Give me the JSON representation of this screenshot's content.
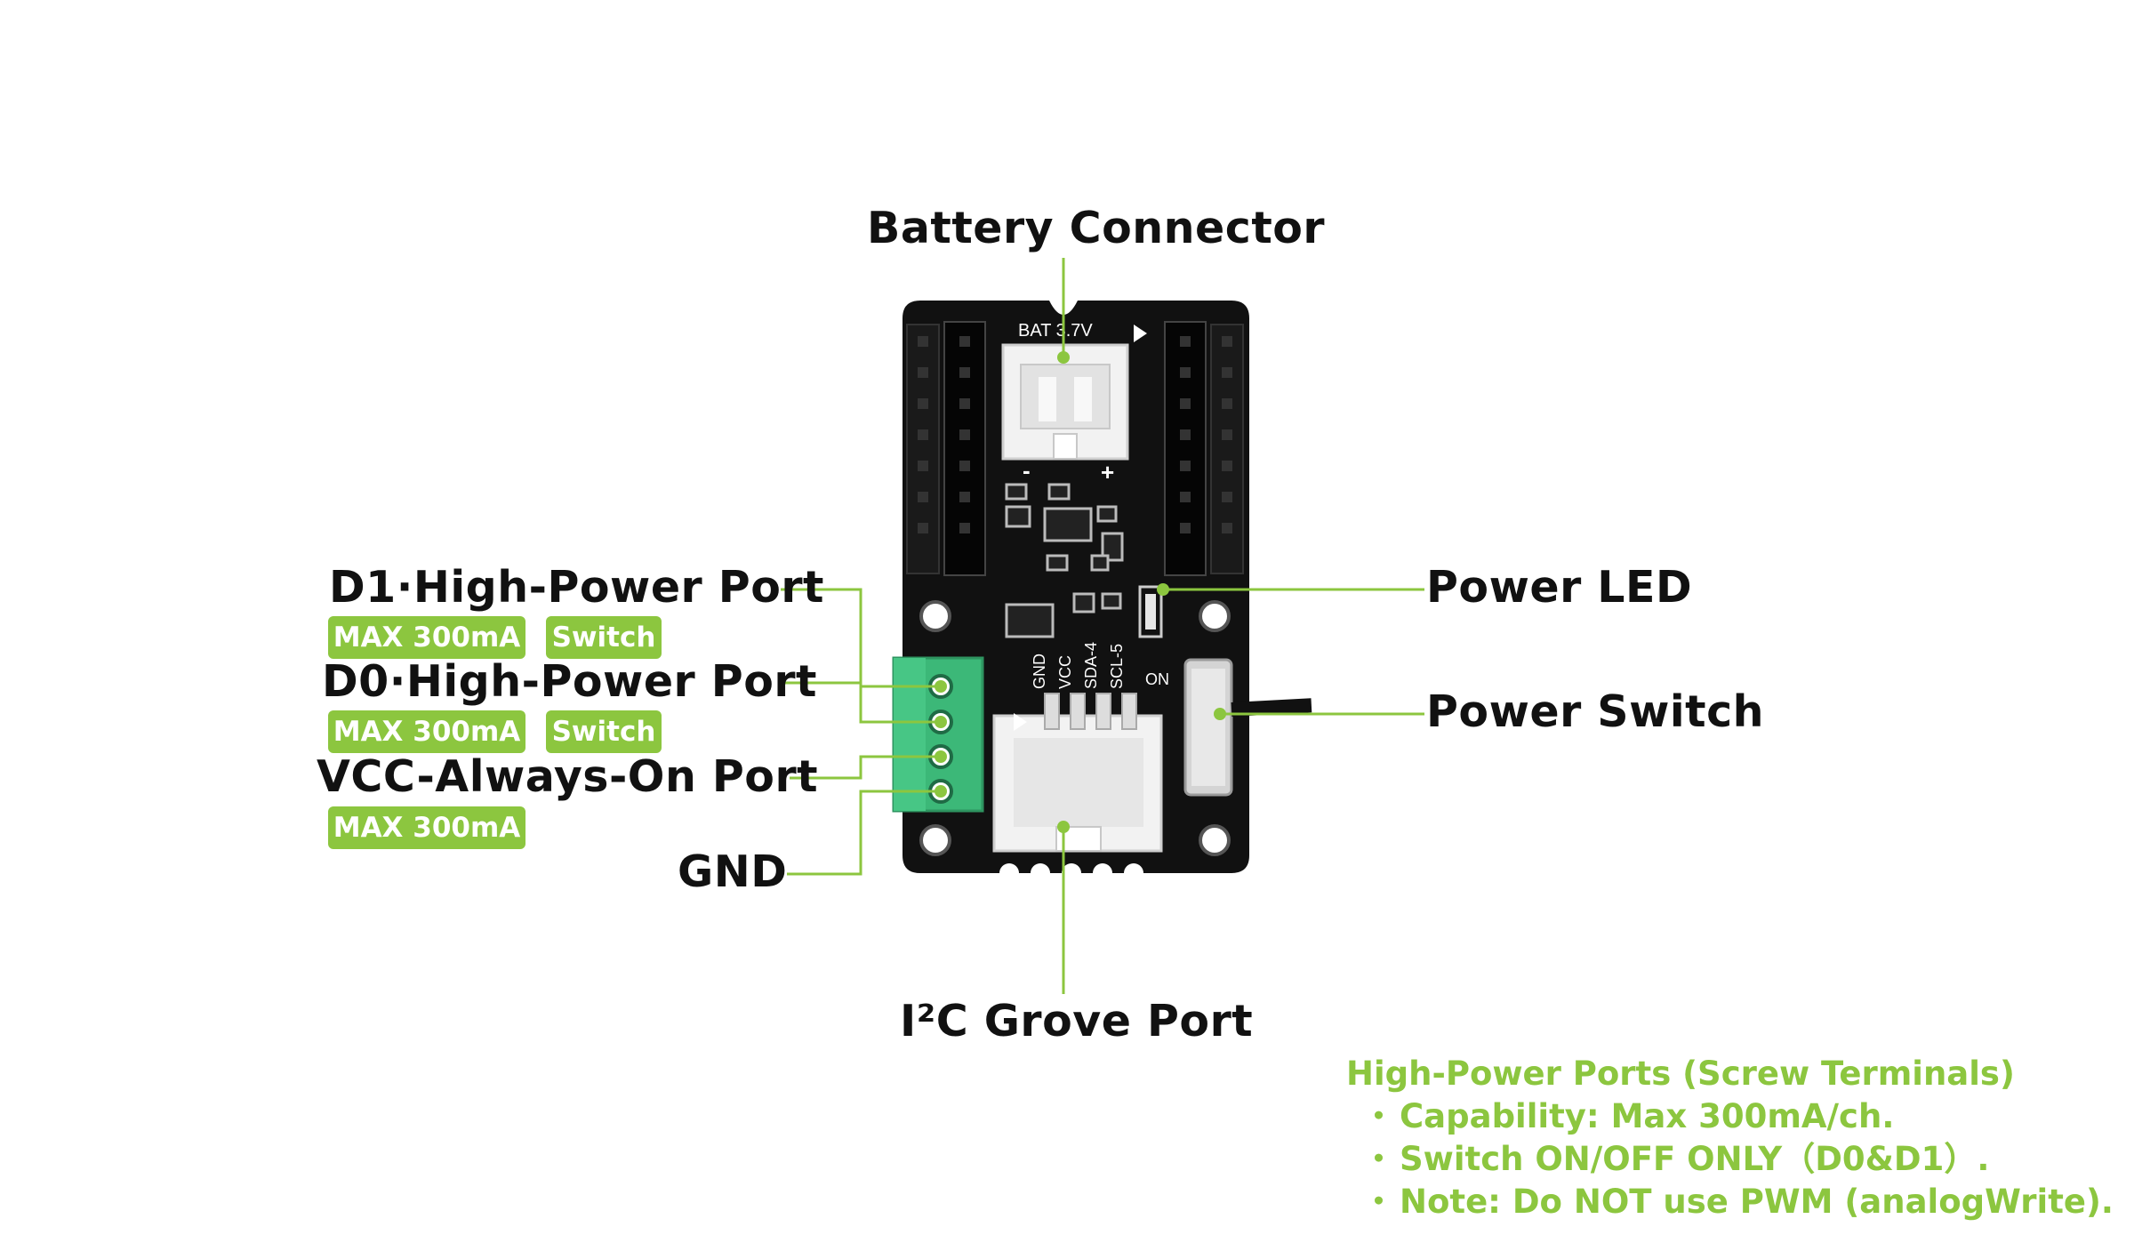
{
  "labels": {
    "battery_connector": "Battery Connector",
    "d1_port": "D1·High-Power Port",
    "d0_port": "D0·High-Power Port",
    "vcc_port": "VCC-Always-On Port",
    "gnd": "GND",
    "power_led": "Power LED",
    "power_switch": "Power Switch",
    "grove_port": "I²C Grove Port"
  },
  "tags": {
    "max_current": "MAX 300mA",
    "switch": "Switch"
  },
  "board_silkscreen": {
    "battery": "BAT 3.7V",
    "minus": "-",
    "plus": "+",
    "on": "ON",
    "grove_pins": [
      "GND",
      "VCC",
      "SDA-4",
      "SCL-5"
    ]
  },
  "notes": {
    "title": "High-Power Ports (Screw Terminals)",
    "bullet_symbol": "・",
    "items": [
      "Capability: Max 300mA/ch.",
      "Switch ON/OFF ONLY（D0&D1）.",
      "Note: Do NOT use PWM (analogWrite)."
    ]
  },
  "colors": {
    "accent": "#8cc63f",
    "board": "#111111",
    "terminal": "#3cb878",
    "connector": "#f2f2f2"
  }
}
